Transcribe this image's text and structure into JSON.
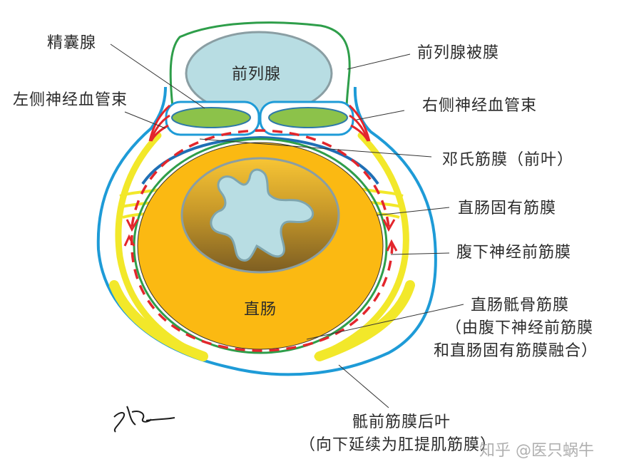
{
  "diagram": {
    "type": "anatomical cross-section",
    "structures": {
      "prostate": "前列腺",
      "rectum": "直肠"
    },
    "labels": {
      "seminal_vesicle": "精囊腺",
      "left_nvb": "左侧神经血管束",
      "prostate_capsule": "前列腺被膜",
      "right_nvb": "右侧神经血管束",
      "denonvilliers": "邓氏筋膜（前叶）",
      "mesorectal_fascia": "直肠固有筋膜",
      "prehypogastric_fascia": "腹下神经前筋膜",
      "rectosacral_line1": "直肠骶骨筋膜",
      "rectosacral_line2": "（由腹下神经前筋膜",
      "rectosacral_line3": "和直肠固有筋膜融合）",
      "presacral_line1": "骶前筋膜后叶",
      "presacral_line2": "（向下延续为肛提肌筋膜）"
    },
    "watermark": "知乎 @医只蜗牛",
    "signature": "signature"
  },
  "colors": {
    "prostate_fill": "#b8dde3",
    "prostate_stroke": "#8a9ea3",
    "capsule_green": "#2e9e4a",
    "seminal_fill": "#8cc24a",
    "seminal_stroke": "#2f7aa8",
    "fascia_blue": "#1e9bd7",
    "denon_dark_blue": "#1f6fb5",
    "nerve_yellow": "#f2e82a",
    "artery_red": "#e3262c",
    "rectum_orange": "#fbb912",
    "lumen_fill": "#b8dde3",
    "leader_line": "#333333"
  }
}
